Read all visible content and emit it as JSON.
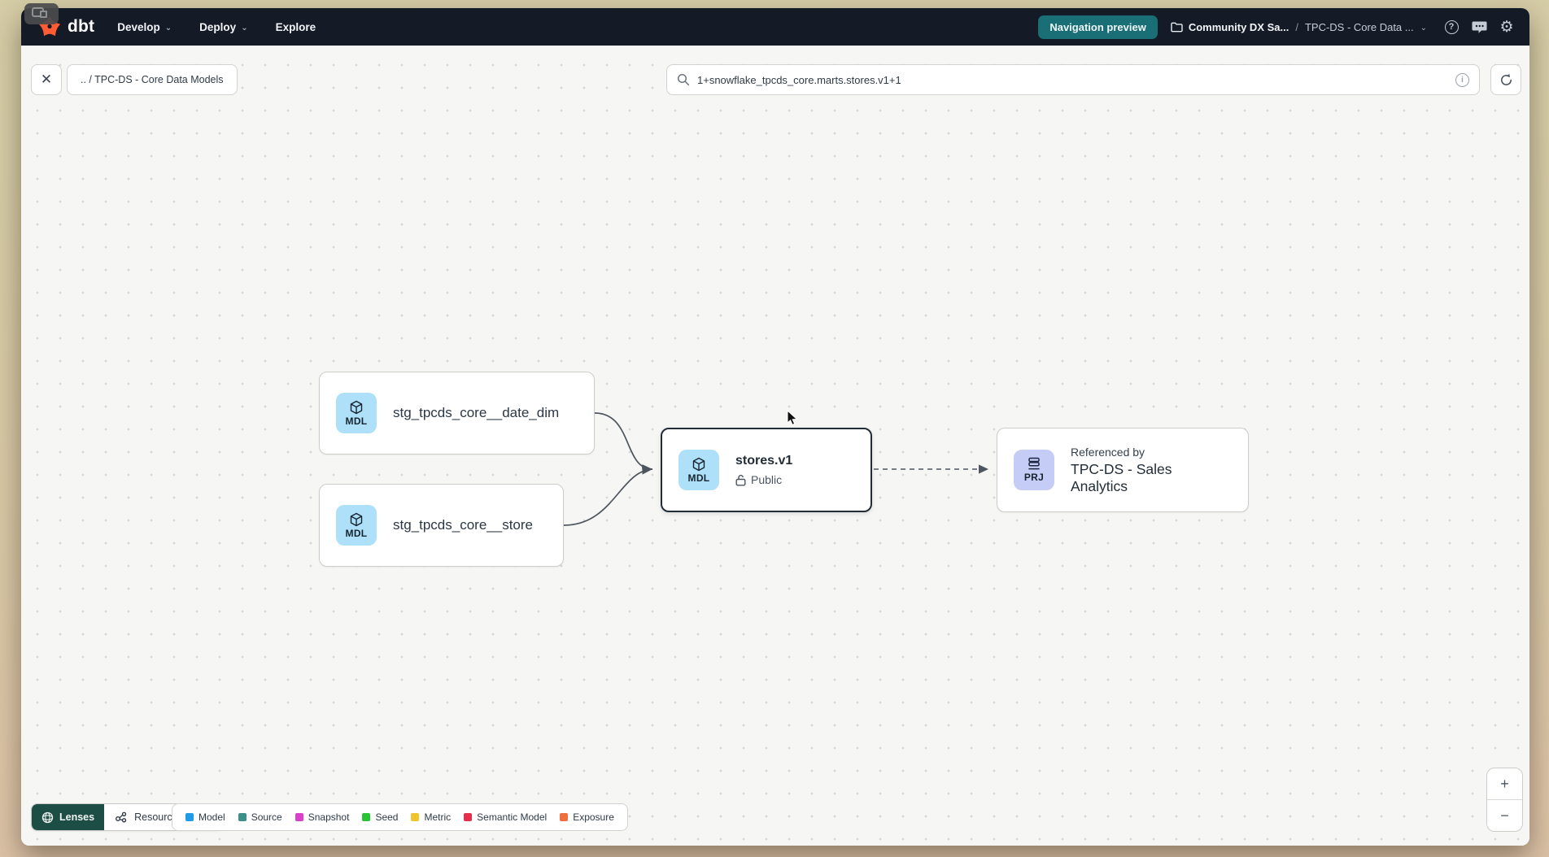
{
  "colors": {
    "navbar_bg": "#151b26",
    "brand_orange": "#ff5c35",
    "preview_badge_bg": "#1a6e76",
    "lenses_bg": "#1d4e45",
    "model_badge_bg": "#aee0f9",
    "project_badge_bg": "#c5cdf7",
    "edge": "#4d555e"
  },
  "navbar": {
    "logo_text": "dbt",
    "menu_items": [
      {
        "label": "Develop"
      },
      {
        "label": "Deploy"
      },
      {
        "label": "Explore"
      }
    ],
    "preview_badge": "Navigation preview",
    "breadcrumb": {
      "project": "Community DX Sa...",
      "separator": "/",
      "current": "TPC-DS - Core Data ..."
    }
  },
  "toolbar": {
    "close_glyph": "✕",
    "context_chip": ".. / TPC-DS - Core Data Models",
    "search_value": "1+snowflake_tpcds_core.marts.stores.v1+1",
    "info_glyph": "i"
  },
  "graph": {
    "nodes": {
      "date_dim": {
        "badge": "MDL",
        "label": "stg_tpcds_core__date_dim"
      },
      "store": {
        "badge": "MDL",
        "label": "stg_tpcds_core__store"
      },
      "stores_v1": {
        "badge": "MDL",
        "label": "stores.v1",
        "access": "Public"
      },
      "sales_analytics": {
        "badge": "PRJ",
        "kicker": "Referenced by",
        "label": "TPC-DS - Sales Analytics"
      }
    }
  },
  "footer": {
    "lenses_label": "Lenses",
    "resource_type_label": "Resource type",
    "legend": [
      {
        "label": "Model",
        "color": "#1e9ce8"
      },
      {
        "label": "Source",
        "color": "#3d8f8c"
      },
      {
        "label": "Snapshot",
        "color": "#db3ec8"
      },
      {
        "label": "Seed",
        "color": "#29c433"
      },
      {
        "label": "Metric",
        "color": "#eec52c"
      },
      {
        "label": "Semantic Model",
        "color": "#e5304d"
      },
      {
        "label": "Exposure",
        "color": "#ee6e3d"
      }
    ]
  },
  "zoom_controls": {
    "zoom_in": "+",
    "zoom_out": "−"
  }
}
